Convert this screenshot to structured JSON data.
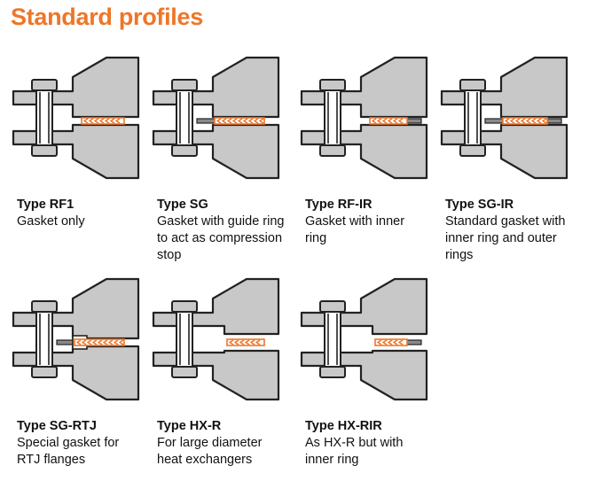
{
  "page": {
    "title": "Standard profiles",
    "accent_color": "#ee7628",
    "steel_color": "#c8c8c8",
    "outline_color": "#222222",
    "guide_ring_color": "#8a8a8a"
  },
  "profiles": [
    {
      "id": "rf1",
      "name": "Type RF1",
      "lines": [
        "Gasket only"
      ],
      "guide_ring": false,
      "inner_ring": false,
      "rtj": false,
      "hx": false
    },
    {
      "id": "sg",
      "name": "Type SG",
      "lines": [
        "Gasket with guide ring",
        "to act as compression",
        "stop"
      ],
      "guide_ring": true,
      "inner_ring": false,
      "rtj": false,
      "hx": false
    },
    {
      "id": "rf-ir",
      "name": "Type RF-IR",
      "lines": [
        "Gasket with inner",
        "ring"
      ],
      "guide_ring": false,
      "inner_ring": true,
      "rtj": false,
      "hx": false
    },
    {
      "id": "sg-ir",
      "name": "Type SG-IR",
      "lines": [
        "Standard gasket with",
        "inner ring and outer rings"
      ],
      "guide_ring": true,
      "inner_ring": true,
      "rtj": false,
      "hx": false
    },
    {
      "id": "sg-rtj",
      "name": "Type SG-RTJ",
      "lines": [
        "Special gasket for",
        "RTJ flanges"
      ],
      "guide_ring": true,
      "inner_ring": false,
      "rtj": true,
      "hx": false
    },
    {
      "id": "hx-r",
      "name": "Type HX-R",
      "lines": [
        "For large diameter",
        "heat exchangers"
      ],
      "guide_ring": false,
      "inner_ring": false,
      "rtj": false,
      "hx": true
    },
    {
      "id": "hx-rir",
      "name": "Type HX-RIR",
      "lines": [
        "As HX-R but with",
        "inner ring"
      ],
      "guide_ring": false,
      "inner_ring": true,
      "rtj": false,
      "hx": true
    }
  ]
}
